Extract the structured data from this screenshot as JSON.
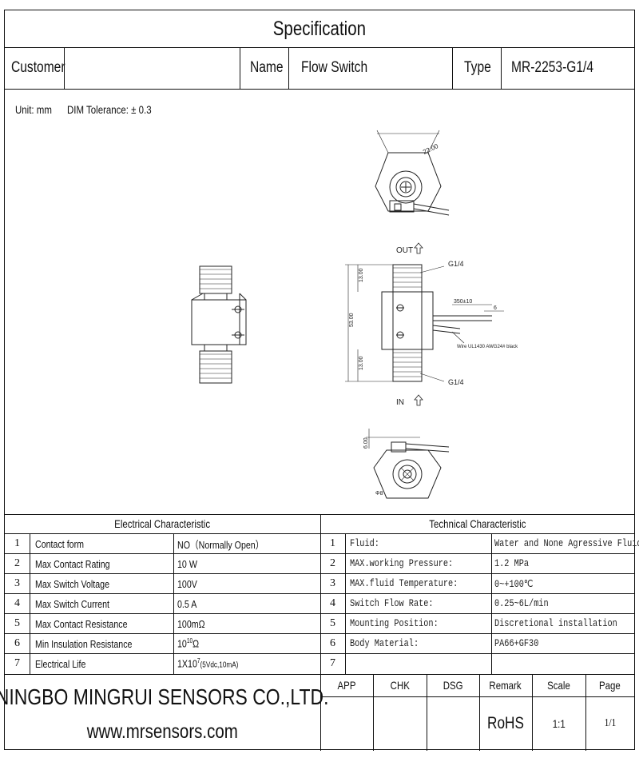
{
  "header": {
    "title": "Specification",
    "customer_label": "Customer",
    "customer_value": "",
    "name_label": "Name",
    "name_value": "Flow Switch",
    "type_label": "Type",
    "type_value": "MR-2253-G1/4"
  },
  "units": {
    "unit_text": "Unit:  mm",
    "tolerance_text": "DIM Tolerance: ± 0.3"
  },
  "drawing": {
    "dim_2200": "22.00",
    "out_label": "OUT",
    "in_label": "IN",
    "thread_top": "G1/4",
    "thread_bottom": "G1/4",
    "dim_1300_top": "13.00",
    "dim_5300": "53.00",
    "dim_1300_bottom": "13.00",
    "dim_350": "350±10",
    "dim_6": "6",
    "wire_note": "Wire UL1430 AWG24# black",
    "dim_600": "6.00",
    "dim_phi8": "Φ8"
  },
  "electrical": {
    "heading": "Electrical  Characteristic",
    "rows": [
      {
        "no": "1",
        "name": "Contact form",
        "value": "NO（Normally Open）"
      },
      {
        "no": "2",
        "name": "Max Contact Rating",
        "value": "10 W"
      },
      {
        "no": "3",
        "name": "Max Switch Voltage",
        "value": "100V"
      },
      {
        "no": "4",
        "name": "Max Switch Current",
        "value": "0.5 A"
      },
      {
        "no": "5",
        "name": "Max Contact Resistance",
        "value": "100mΩ"
      },
      {
        "no": "6",
        "name": "Min Insulation Resistance",
        "value_base": "10",
        "value_sup": "10",
        "value_unit": "Ω"
      },
      {
        "no": "7",
        "name": "Electrical Life",
        "value_base": "1X10",
        "value_sup": "7",
        "value_note": "(5Vdc,10mA)"
      }
    ]
  },
  "technical": {
    "heading": "Technical Characteristic",
    "rows": [
      {
        "no": "1",
        "name": "Fluid:",
        "value": "Water and None Agressive Fluid"
      },
      {
        "no": "2",
        "name": "MAX.working Pressure:",
        "value": "1.2 MPa"
      },
      {
        "no": "3",
        "name": "MAX.fluid Temperature:",
        "value": "0~+100℃"
      },
      {
        "no": "4",
        "name": "Switch Flow Rate:",
        "value": "0.25~6L/min"
      },
      {
        "no": "5",
        "name": "Mounting Position:",
        "value": "Discretional installation"
      },
      {
        "no": "6",
        "name": "Body Material:",
        "value": "PA66+GF30"
      },
      {
        "no": "7",
        "name": "",
        "value": ""
      }
    ]
  },
  "footer": {
    "company": "NINGBO MINGRUI SENSORS CO.,LTD.",
    "website": "www.mrsensors.com",
    "app_label": "APP",
    "chk_label": "CHK",
    "dsg_label": "DSG",
    "remark_label": "Remark",
    "scale_label": "Scale",
    "page_label": "Page",
    "remark_value": "RoHS",
    "scale_value": "1:1",
    "page_value": "1/1"
  }
}
